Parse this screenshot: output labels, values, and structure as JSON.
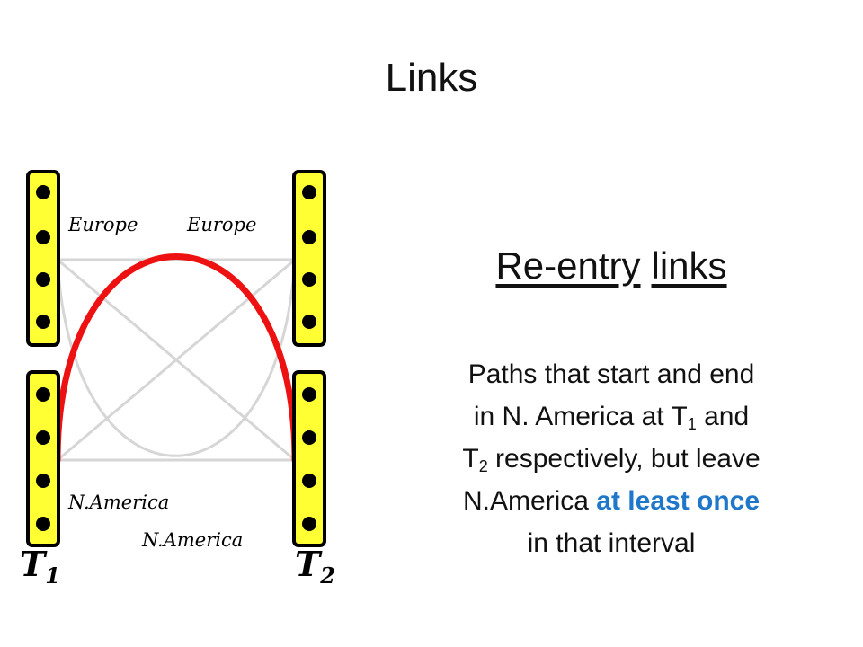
{
  "title": "Links",
  "diagram": {
    "region_labels": {
      "europe_t1": "Europe",
      "europe_t2": "Europe",
      "namerica_t1": "N.America",
      "namerica_t2": "N.America"
    },
    "timestep_labels": [
      {
        "letter": "T",
        "sub": "1"
      },
      {
        "letter": "T",
        "sub": "2"
      }
    ],
    "colors": {
      "node_fill": "#ffff33",
      "node_stroke": "#000000",
      "dot": "#000000",
      "link": "#d6d6d6",
      "reentry_link": "#ee1111",
      "highlight": "#1f77c9"
    },
    "nodes_per_column": 4
  },
  "right_panel": {
    "subtitle_word1": "Re-entry",
    "subtitle_word2": "links",
    "desc": {
      "line1": "Paths that start and end",
      "line2_a": "in N. America at T",
      "line2_sub": "1",
      "line2_b": " and",
      "line3_a": "T",
      "line3_sub": "2",
      "line3_b": " respectively, but leave",
      "line4_a": "N.America ",
      "line4_highlight": "at least once",
      "line5": "in that interval"
    }
  }
}
